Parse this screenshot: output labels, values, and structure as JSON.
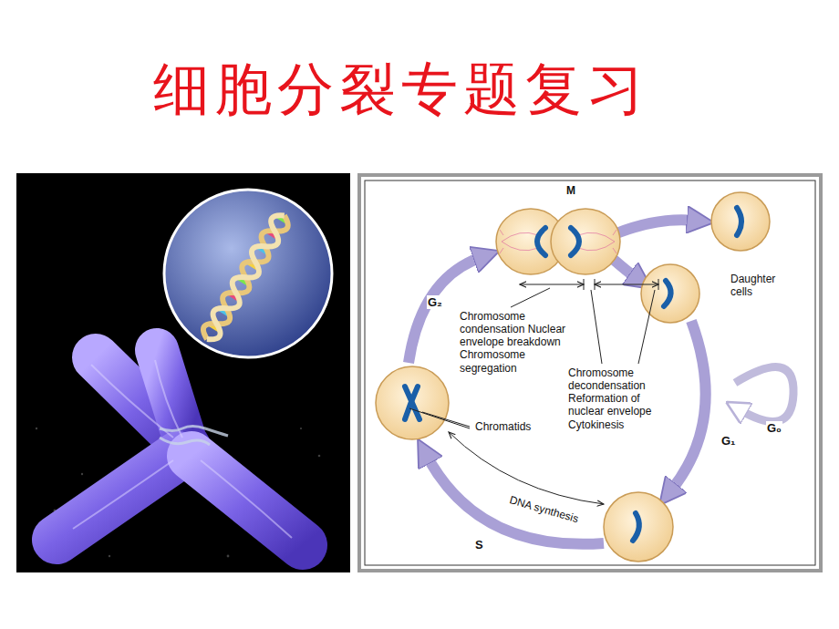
{
  "diagram": {
    "title": "细胞分裂专题复习",
    "labels": [
      "M",
      "Daughter cells",
      "G₂",
      "Chromosome condensation Nuclear envelope breakdown Chromosome segregation",
      "Chromosome decondensation Reformation of nuclear envelope Cytokinesis",
      "Chromatids",
      "G₀",
      "G₁",
      "DNA synthesis",
      "S"
    ]
  }
}
